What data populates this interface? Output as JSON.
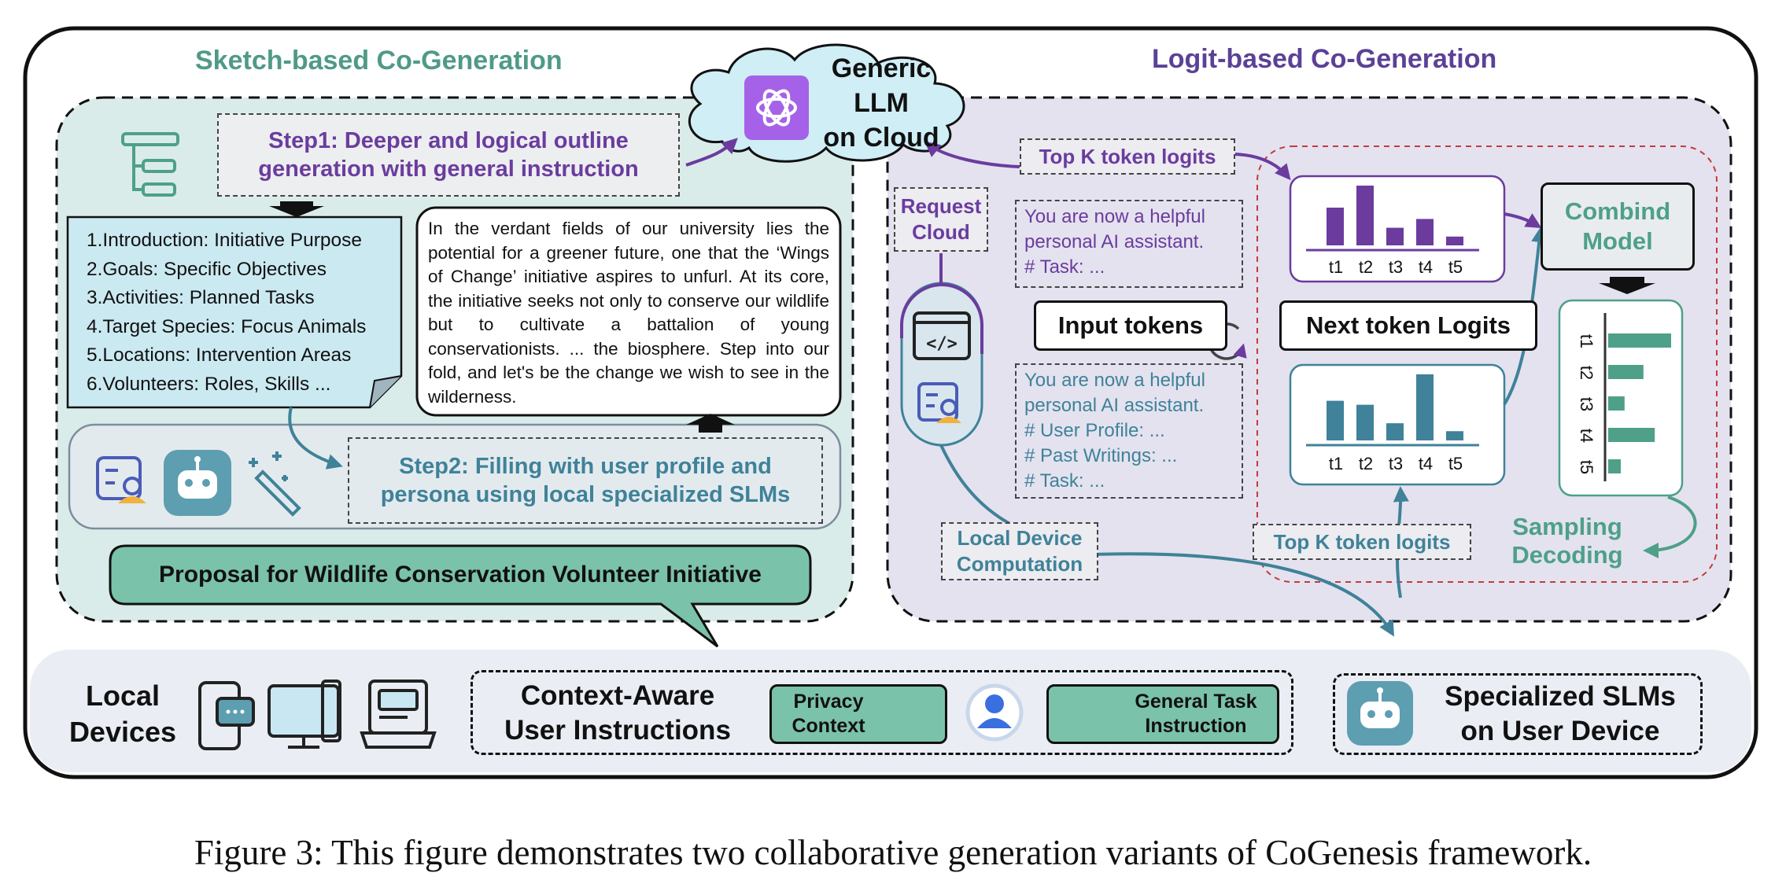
{
  "sections": {
    "sketch_title": "Sketch-based Co-Generation",
    "logit_title": "Logit-based Co-Generation"
  },
  "cloud": {
    "label": "Generic LLM\non Cloud"
  },
  "sketch": {
    "step1": "Step1: Deeper and logical outline\ngeneration with general instruction",
    "outline_items": [
      "1.Introduction: Initiative Purpose",
      "2.Goals: Specific Objectives",
      "3.Activities: Planned Tasks",
      "4.Target Species: Focus Animals",
      "5.Locations: Intervention Areas",
      "6.Volunteers: Roles, Skills ..."
    ],
    "generated_text": "In the verdant fields of our university lies the potential for a greener future, one that the ‘Wings of Change’ initiative aspires to unfurl. At its core, the initiative seeks not only to conserve our wildlife but to cultivate a battalion of young conservationists. ... the biosphere. Step into our fold, and let's be the change we wish to see in the wilderness.",
    "step2": "Step2: Filling with user profile and\npersona using local specialized SLMs",
    "proposal": "Proposal for Wildlife Conservation Volunteer Initiative"
  },
  "logit": {
    "request_cloud": "Request\nCloud",
    "top_k_top": "Top K token logits",
    "prompt_cloud": "You are now a helpful\npersonal AI assistant.\n# Task: ...",
    "input_tokens": "Input tokens",
    "next_token_logits": "Next token Logits",
    "prompt_local": "You are now a helpful\npersonal AI assistant.\n# User Profile: ...\n# Past Writings: ...\n# Task: ...",
    "local_device_computation": "Local Device\nComputation",
    "top_k_bottom": "Top K token logits",
    "combined_model": "Combind\nModel",
    "sampling_decoding": "Sampling\nDecoding",
    "chart_top_ticks": [
      "t1",
      "t2",
      "t3",
      "t4",
      "t5"
    ],
    "chart_bottom_ticks": [
      "t1",
      "t2",
      "t3",
      "t4",
      "t5"
    ],
    "chart_combined_ticks": [
      "t1",
      "t2",
      "t3",
      "t4",
      "t5"
    ]
  },
  "chart_data": [
    {
      "type": "bar",
      "categories": [
        "t1",
        "t2",
        "t3",
        "t4",
        "t5"
      ],
      "values": [
        0.6,
        0.95,
        0.28,
        0.42,
        0.14
      ]
    },
    {
      "type": "bar",
      "categories": [
        "t1",
        "t2",
        "t3",
        "t4",
        "t5"
      ],
      "values": [
        0.6,
        0.54,
        0.26,
        1.0,
        0.14
      ]
    },
    {
      "type": "bar",
      "categories": [
        "t1",
        "t2",
        "t3",
        "t4",
        "t5"
      ],
      "values": [
        1.0,
        0.56,
        0.26,
        0.74,
        0.2
      ]
    }
  ],
  "bottom": {
    "local_devices": "Local\nDevices",
    "context_aware": "Context-Aware\nUser Instructions",
    "privacy_context": "Privacy\nContext",
    "general_task": "General Task\nInstruction",
    "specialized_slms": "Specialized SLMs\non User Device"
  },
  "caption": "Figure 3: This figure demonstrates two collaborative generation variants of CoGenesis framework.",
  "colors": {
    "sketch_green": "#4f9a87",
    "logit_purple": "#5b4196",
    "top_purple": "#6b3c9e",
    "local_teal": "#3f8299",
    "combined_green": "#4ea089",
    "sketch_bg": "#daece9",
    "logit_bg": "#e4e2ef"
  }
}
